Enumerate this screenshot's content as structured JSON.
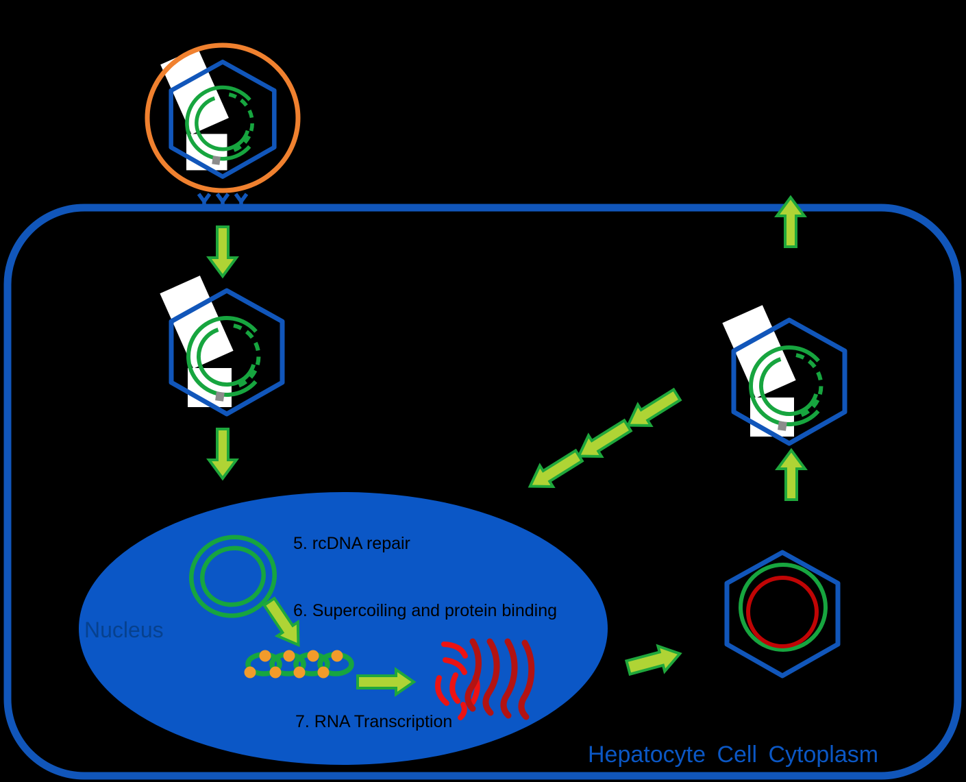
{
  "diagram": {
    "background": "#000000",
    "labels": {
      "step5": "5. rcDNA repair",
      "step6": "6. Supercoiling and protein binding",
      "step7": "7. RNA Transcription",
      "nucleus": "Nucleus",
      "cytoplasm": "Hepatocyte Cell Cytoplasm"
    },
    "colors": {
      "bg": "#000000",
      "membrane_blue": "#1156BA",
      "nucleus_fill": "#0B57C6",
      "envelope_orange": "#F0812F",
      "dna_green": "#17A53F",
      "arrow_fill": "#AFD435",
      "arrow_stroke": "#1FA73C",
      "bead_orange": "#F29B2B",
      "rna_red_bright": "#EC1313",
      "rna_red_dark": "#B31312",
      "pgrna_red": "#C00505",
      "polymerase_white": "#FFFFFF",
      "primer_gray": "#8C8C8C",
      "step_label_black": "#000000",
      "nucleus_label_blue": "#07418E",
      "cytoplasm_label_blue": "#0B57C4"
    },
    "icons": [
      "enveloped-virion-icon",
      "surface-receptors-icon",
      "cell-membrane",
      "entry-arrow-icon",
      "capsid-icon",
      "uncoating-arrow-icon",
      "nucleus-shape",
      "cccdna-icon",
      "supercoiling-arrow-icon",
      "chromatin-beads-icon",
      "transcription-arrow-icon",
      "rna-transcripts-icon",
      "recycling-arrows-icon",
      "assembly-arrow-icon",
      "pgrna-capsid-icon",
      "maturation-arrow-icon",
      "mature-capsid-icon",
      "egress-arrow-icon"
    ]
  }
}
